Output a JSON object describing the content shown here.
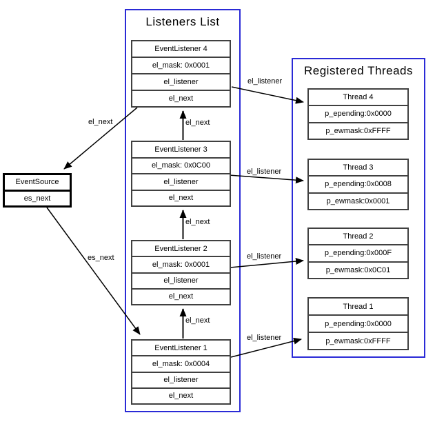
{
  "listeners": {
    "title": "Listeners List",
    "boxes": [
      {
        "name": "EventListener 4",
        "mask": "el_mask: 0x0001",
        "listener": "el_listener",
        "next": "el_next"
      },
      {
        "name": "EventListener 3",
        "mask": "el_mask: 0x0C00",
        "listener": "el_listener",
        "next": "el_next"
      },
      {
        "name": "EventListener 2",
        "mask": "el_mask: 0x0001",
        "listener": "el_listener",
        "next": "el_next"
      },
      {
        "name": "EventListener 1",
        "mask": "el_mask: 0x0004",
        "listener": "el_listener",
        "next": "el_next"
      }
    ]
  },
  "threads": {
    "title": "Registered Threads",
    "boxes": [
      {
        "name": "Thread 4",
        "epending": "p_epending:0x0000",
        "ewmask": "p_ewmask:0xFFFF"
      },
      {
        "name": "Thread 3",
        "epending": "p_epending:0x0008",
        "ewmask": "p_ewmask:0x0001"
      },
      {
        "name": "Thread 2",
        "epending": "p_epending:0x000F",
        "ewmask": "p_ewmask:0x0C01"
      },
      {
        "name": "Thread 1",
        "epending": "p_epending:0x0000",
        "ewmask": "p_ewmask:0xFFFF"
      }
    ]
  },
  "event_source": {
    "name": "EventSource",
    "next": "es_next"
  },
  "labels": {
    "el_next": "el_next",
    "es_next": "es_next",
    "el_listener": "el_listener"
  },
  "colors": {
    "container_border": "#2a2ad6",
    "box_border": "#404040",
    "arrow": "#000000",
    "background": "#ffffff"
  }
}
